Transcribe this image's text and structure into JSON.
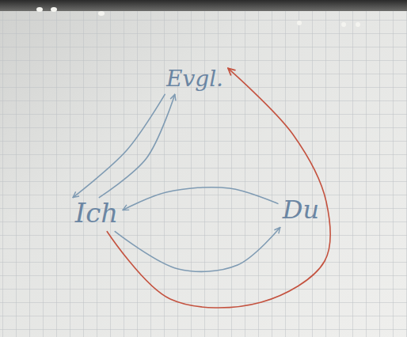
{
  "diagram": {
    "nodes": [
      {
        "text": [
          "Evgl."
        ]
      },
      {
        "text": [
          "Ich"
        ]
      },
      {
        "text": [
          "Du"
        ]
      }
    ],
    "edges": [
      {
        "from": 0,
        "to": 1,
        "arrow": "to"
      },
      {
        "from": 1,
        "to": 0,
        "arrow": "to"
      },
      {
        "from": 2,
        "to": 1,
        "arrow": "to"
      },
      {
        "from": 1,
        "to": 2,
        "arrow": "to"
      },
      {
        "from": 1,
        "to": 0,
        "arrow": "to"
      }
    ]
  }
}
